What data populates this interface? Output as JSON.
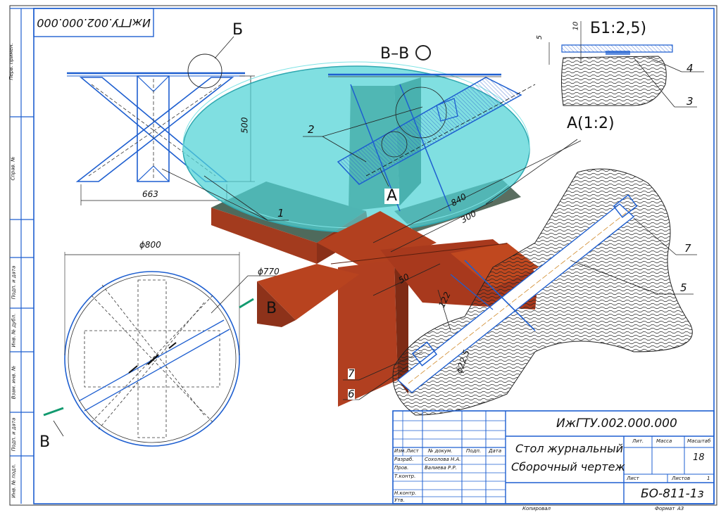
{
  "stamp_code_mirrored": "ИжГТУ.002.000.000",
  "left_strip": [
    "Перв. примен.",
    "Справ. №",
    "Подп. и дата",
    "Инв. № дубл.",
    "Взам. инв. №",
    "Подп. и дата",
    "Инв. № подл."
  ],
  "views": {
    "section_b_callout": "Б",
    "section_vv": "В–В",
    "detail_b": "Б1:2,5)",
    "detail_a": "А(1:2)",
    "label_a": "А",
    "label_v_right": "В",
    "label_v_left": "В"
  },
  "dimensions": {
    "height_500": "500",
    "width_663": "663",
    "dia_800": "ϕ800",
    "dia_770": "ϕ770",
    "len_840": "840",
    "len_300": "300",
    "len_50": "50",
    "len_122": "122",
    "dia_22_5": "ϕ22,5",
    "thk_5": "5",
    "thk_10": "10"
  },
  "positions": [
    "1",
    "2",
    "3",
    "4",
    "5",
    "6",
    "7",
    "7"
  ],
  "title_block": {
    "doc_code": "ИжГТУ.002.000.000",
    "name_line1": "Стол журнальный",
    "name_line2": "Сборочный чертеж",
    "lit": "Лит.",
    "massa": "Масса",
    "masshtab": "Масштаб",
    "scale_value": "18",
    "sheet": "Лист",
    "sheets": "Листов",
    "sheets_count": "1",
    "org_code": "БО-811-1з",
    "header": [
      "Изм.",
      "Лист",
      "№ докум.",
      "Подп.",
      "Дата"
    ],
    "roles": [
      "Разраб.",
      "Пров.",
      "Т.контр.",
      "",
      "Н.контр.",
      "Утв."
    ],
    "names": [
      "Сохолова Н.А.",
      "Валиева Р.Р."
    ]
  },
  "footer": {
    "copied": "Копировал",
    "format": "Формат",
    "format_value": "А3"
  }
}
